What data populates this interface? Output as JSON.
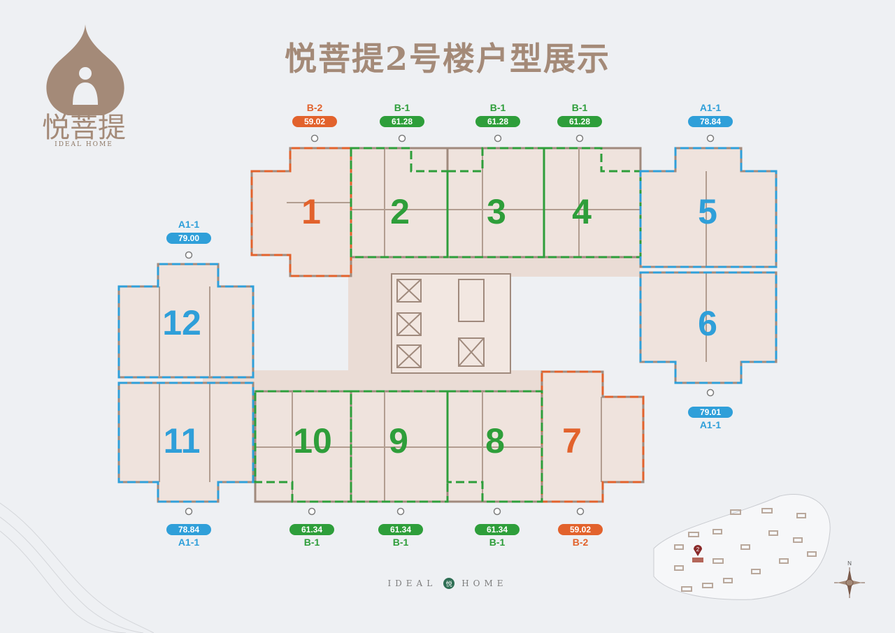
{
  "page": {
    "title": "悦菩提2号楼户型展示",
    "logo_text": "悦菩提",
    "logo_subtitle": "IDEAL HOME",
    "footer_left": "IDEAL",
    "footer_mark": "悦",
    "footer_right": "HOME",
    "minimap_building": "2",
    "compass_label": "N"
  },
  "colors": {
    "blue": "#2f9fd9",
    "green": "#2e9e3a",
    "orange": "#e2622c",
    "title": "#a48a78",
    "floor": "#efe3dd",
    "wall": "#a08a7d"
  },
  "units": [
    {
      "id": "u1",
      "number": "1",
      "type": "B-2",
      "area": "59.02",
      "color": "orange"
    },
    {
      "id": "u2",
      "number": "2",
      "type": "B-1",
      "area": "61.28",
      "color": "green"
    },
    {
      "id": "u3",
      "number": "3",
      "type": "B-1",
      "area": "61.28",
      "color": "green"
    },
    {
      "id": "u4",
      "number": "4",
      "type": "B-1",
      "area": "61.28",
      "color": "green"
    },
    {
      "id": "u5",
      "number": "5",
      "type": "A1-1",
      "area": "78.84",
      "color": "blue"
    },
    {
      "id": "u6",
      "number": "6",
      "type": "A1-1",
      "area": "79.01",
      "color": "blue"
    },
    {
      "id": "u7",
      "number": "7",
      "type": "B-2",
      "area": "59.02",
      "color": "orange"
    },
    {
      "id": "u8",
      "number": "8",
      "type": "B-1",
      "area": "61.34",
      "color": "green"
    },
    {
      "id": "u9",
      "number": "9",
      "type": "B-1",
      "area": "61.34",
      "color": "green"
    },
    {
      "id": "u10",
      "number": "10",
      "type": "B-1",
      "area": "61.34",
      "color": "green"
    },
    {
      "id": "u11",
      "number": "11",
      "type": "A1-1",
      "area": "78.84",
      "color": "blue"
    },
    {
      "id": "u12",
      "number": "12",
      "type": "A1-1",
      "area": "79.00",
      "color": "blue"
    }
  ]
}
